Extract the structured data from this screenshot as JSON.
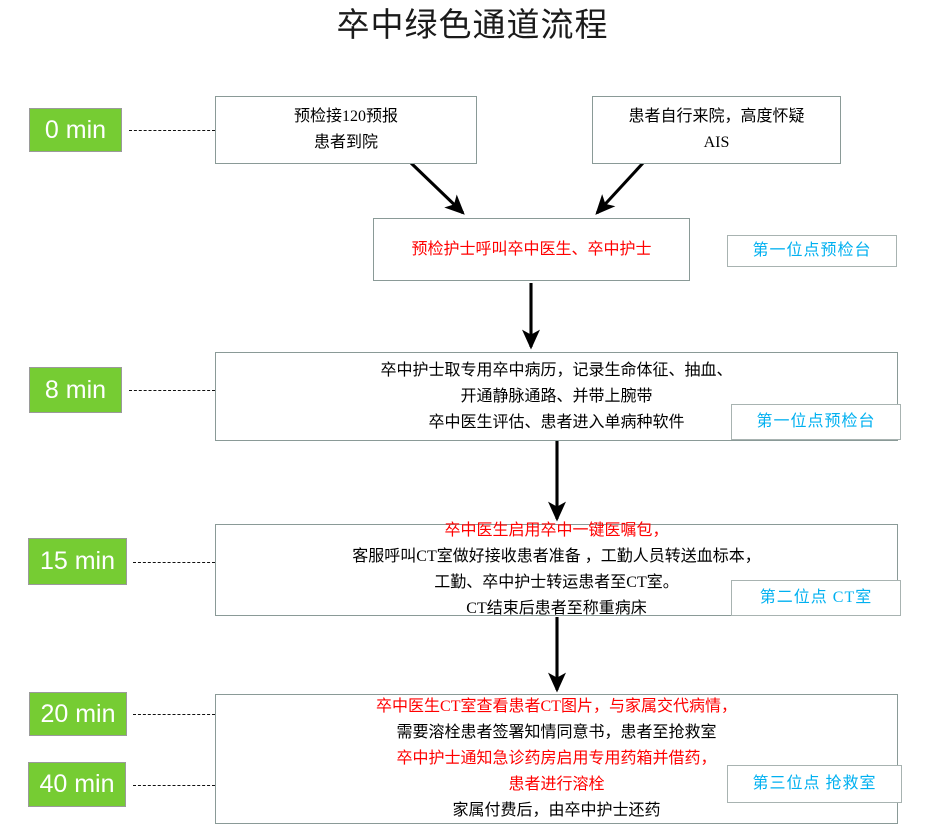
{
  "title": "卒中绿色通道流程",
  "colors": {
    "badge_green": "#76cc33",
    "box_border_gray": "#8a9a97",
    "emphasis_red": "#ff0000",
    "location_cyan": "#00b0f0",
    "arrow_black": "#000000",
    "title_black": "#1a1a1a"
  },
  "time_badges": [
    {
      "label": "0 min"
    },
    {
      "label": "8 min"
    },
    {
      "label": "15 min"
    },
    {
      "label": "20 min"
    },
    {
      "label": "40 min"
    }
  ],
  "boxes": {
    "intake_120": {
      "lines": [
        {
          "text": "预检接120预报",
          "red": false
        },
        {
          "text": "患者到院",
          "red": false
        }
      ]
    },
    "self_arrival": {
      "lines": [
        {
          "text": "患者自行来院，高度怀疑",
          "red": false
        },
        {
          "text": "AIS",
          "red": false
        }
      ]
    },
    "triage_call": {
      "lines": [
        {
          "text": "预检护士呼叫卒中医生、卒中护士",
          "red": true
        }
      ]
    },
    "nurse_records": {
      "lines": [
        {
          "text": "卒中护士取专用卒中病历，记录生命体征、抽血、",
          "red": false
        },
        {
          "text": "开通静脉通路、并带上腕带",
          "red": false
        },
        {
          "text": "卒中医生评估、患者进入单病种软件",
          "red": false
        }
      ]
    },
    "ct_transfer": {
      "lines": [
        {
          "text": "卒中医生启用卒中一键医嘱包，",
          "red": true
        },
        {
          "text": "客服呼叫CT室做好接收患者准备 ，工勤人员转送血标本，",
          "red": false
        },
        {
          "text": "工勤、卒中护士转运患者至CT室。",
          "red": false
        },
        {
          "text": "CT结束后患者至称重病床",
          "red": false
        }
      ]
    },
    "thrombolysis": {
      "lines": [
        {
          "text": "卒中医生CT室查看患者CT图片，与家属交代病情，",
          "red": true
        },
        {
          "text": "需要溶栓患者签署知情同意书，患者至抢救室",
          "red": false
        },
        {
          "text": "卒中护士通知急诊药房启用专用药箱并借药，",
          "red": true
        },
        {
          "text": "患者进行溶栓",
          "red": true
        },
        {
          "text": "家属付费后，由卒中护士还药",
          "red": false
        }
      ]
    }
  },
  "locations": [
    {
      "label": "第一位点预检台"
    },
    {
      "label": "第一位点预检台"
    },
    {
      "label": "第二位点 CT室"
    },
    {
      "label": "第三位点 抢救室"
    }
  ]
}
